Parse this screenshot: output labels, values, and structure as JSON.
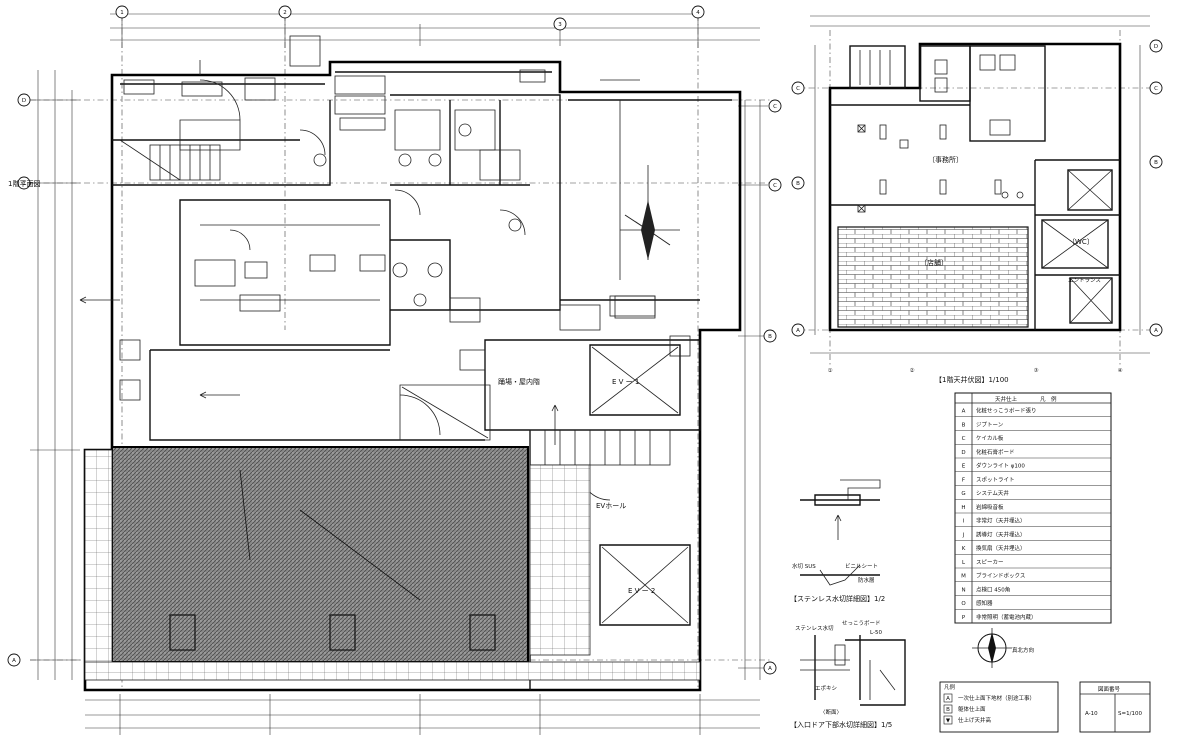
{
  "main_plan": {
    "grid_top": [
      "1",
      "2",
      "3",
      "4"
    ],
    "grid_left": [
      "D",
      "C",
      "A"
    ],
    "grid_right": [
      "C",
      "C",
      "B",
      "A"
    ],
    "room_labels": {
      "stair_landing": "踊場・屋内階",
      "ev_upper": "E V ー 1",
      "ev_lower": "E V ー 2",
      "ev_hall": "EVホール"
    },
    "floor_label": "1階平面図"
  },
  "ceiling_plan": {
    "title": "【1階天井伏図】1/100",
    "grid_right": [
      "D",
      "C",
      "B",
      "A"
    ],
    "grid_left": [
      "C",
      "B",
      "A"
    ],
    "grid_bottom": [
      "①",
      "②",
      "③",
      "④"
    ],
    "room_labels": {
      "office": "〔事務所〕",
      "store": "〔店舗〕",
      "wc": "〔WC〕",
      "entrance": "エントランス"
    }
  },
  "legend": {
    "headers": [
      "天井仕上",
      "凡　例"
    ],
    "rows": [
      {
        "key": "A",
        "text": "化粧せっこうボード張り"
      },
      {
        "key": "B",
        "text": "ジプトーン"
      },
      {
        "key": "C",
        "text": "ケイカル板"
      },
      {
        "key": "D",
        "text": "化粧石膏ボード"
      },
      {
        "key": "E",
        "text": "ダウンライト φ100"
      },
      {
        "key": "F",
        "text": "スポットライト"
      },
      {
        "key": "G",
        "text": "システム天井"
      },
      {
        "key": "H",
        "text": "岩綿吸音板"
      },
      {
        "key": "I",
        "text": "非常灯（天井埋込）"
      },
      {
        "key": "J",
        "text": "誘導灯（天井埋込）"
      },
      {
        "key": "K",
        "text": "換気扇（天井埋込）"
      },
      {
        "key": "L",
        "text": "スピーカー"
      },
      {
        "key": "M",
        "text": "ブラインドボックス"
      },
      {
        "key": "N",
        "text": "点検口 450角"
      },
      {
        "key": "O",
        "text": "感知器"
      },
      {
        "key": "P",
        "text": "非常照明（蓄電池内蔵）"
      }
    ]
  },
  "detail1": {
    "title": "【ステンレス水切詳細図】1/2",
    "labels": [
      "水切 SUS",
      "ビニルシート",
      "防水層"
    ]
  },
  "detail2": {
    "title": "【入口ドア下部水切詳細図】1/5",
    "caption": "〈断面〉",
    "labels": [
      "ステンレス水切",
      "せっこうボード",
      "L-50",
      "エポキシ"
    ]
  },
  "compass": {
    "label": "真北方向"
  },
  "notes": {
    "title": "凡例",
    "rows": [
      {
        "key": "A",
        "text": "一次仕上面下地材（別途工事）"
      },
      {
        "key": "B",
        "text": "躯体仕上面"
      },
      {
        "key": "▼",
        "text": "仕上げ天井高"
      }
    ]
  },
  "stamp": {
    "header": "図面番号",
    "cells": [
      "A-10",
      "S=1/100"
    ]
  }
}
